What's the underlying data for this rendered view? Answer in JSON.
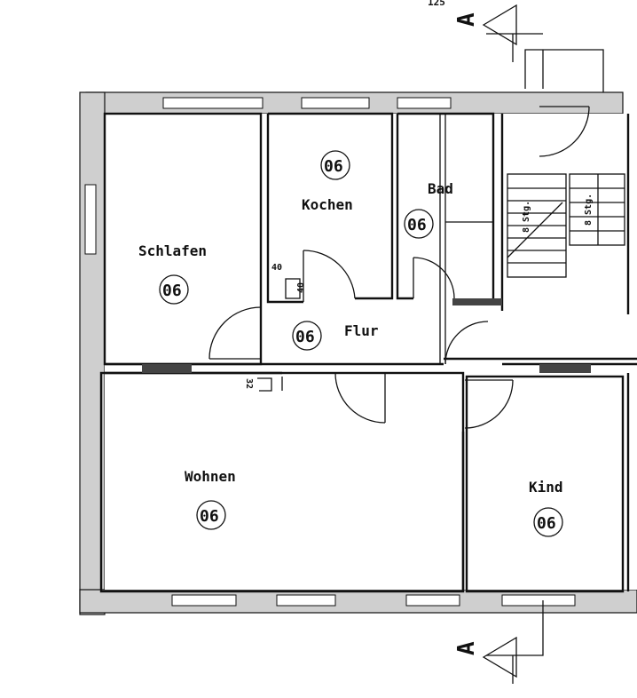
{
  "section_marker": {
    "letter": "A",
    "top_note": "125"
  },
  "rooms": [
    {
      "name": "Schlafen",
      "id": "06"
    },
    {
      "name": "Kochen",
      "id": "06"
    },
    {
      "name": "Bad",
      "id": "06"
    },
    {
      "name": "Flur",
      "id": "06"
    },
    {
      "name": "Wohnen",
      "id": "06"
    },
    {
      "name": "Kind",
      "id": "06"
    }
  ],
  "dimensions": {
    "d1": "40",
    "d2": "40",
    "d3": "32"
  },
  "stairs": {
    "left": "8 Stg.",
    "right": "8 Stg."
  }
}
